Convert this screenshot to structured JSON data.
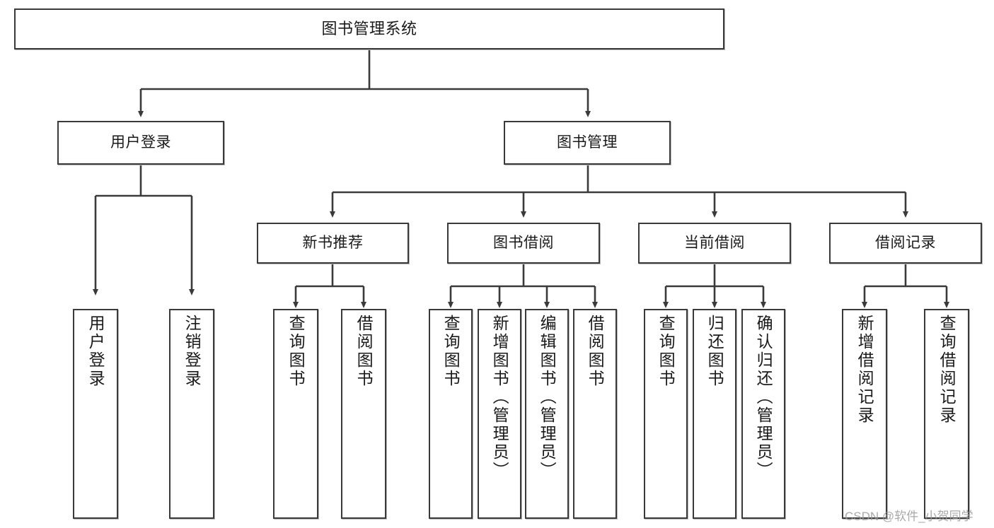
{
  "diagram": {
    "title": "图书管理系统",
    "watermark": "CSDN @软件_小贺同学",
    "colors": {
      "stroke": "#3a3a3a",
      "fill": "#ffffff",
      "text": "#1a1a1a",
      "watermark": "#9a9a9a"
    },
    "nodes": {
      "root": {
        "label": "图书管理系统"
      },
      "level2": [
        {
          "label": "用户登录"
        },
        {
          "label": "图书管理"
        }
      ],
      "level3": [
        {
          "label": "新书推荐"
        },
        {
          "label": "图书借阅"
        },
        {
          "label": "当前借阅"
        },
        {
          "label": "借阅记录"
        }
      ],
      "leaves_user_login": [
        {
          "label": "用户登录"
        },
        {
          "label": "注销登录"
        }
      ],
      "leaves_new_book": [
        {
          "label": "查询图书"
        },
        {
          "label": "借阅图书"
        }
      ],
      "leaves_borrow": [
        {
          "label": "查询图书"
        },
        {
          "label": "新增图书（管理员）"
        },
        {
          "label": "编辑图书（管理员）"
        },
        {
          "label": "借阅图书"
        }
      ],
      "leaves_current": [
        {
          "label": "查询图书"
        },
        {
          "label": "归还图书"
        },
        {
          "label": "确认归还（管理员）"
        }
      ],
      "leaves_records": [
        {
          "label": "新增借阅记录"
        },
        {
          "label": "查询借阅记录"
        }
      ]
    }
  }
}
